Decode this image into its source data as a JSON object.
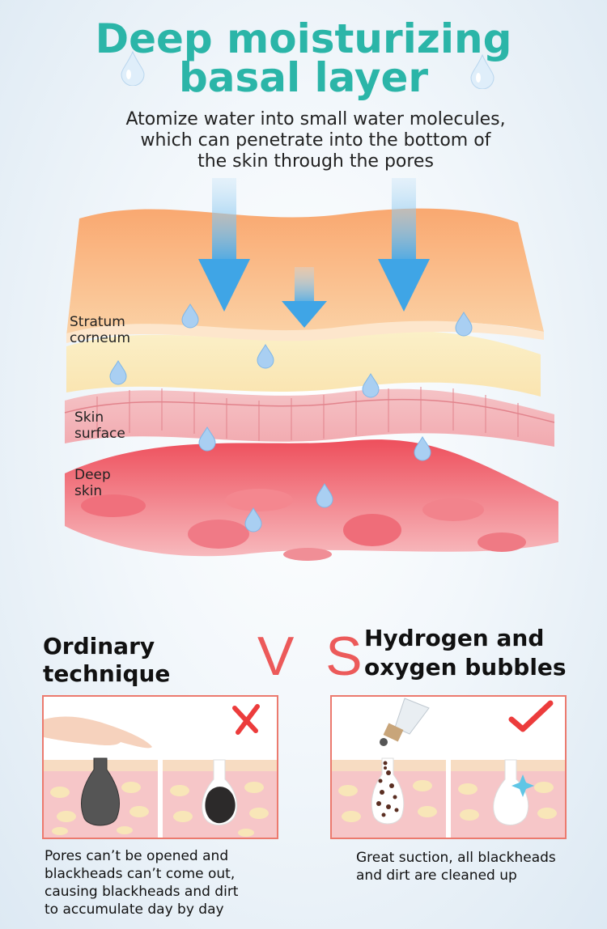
{
  "header": {
    "title_line1": "Deep moisturizing",
    "title_line2": "basal layer",
    "subtitle_line1": "Atomize water into small water molecules,",
    "subtitle_line2": "which can penetrate into the bottom of",
    "subtitle_line3": "the skin through the pores"
  },
  "layers": {
    "stratum_line1": "Stratum",
    "stratum_line2": "corneum",
    "surface_line1": "Skin",
    "surface_line2": "surface",
    "deep_line1": "Deep",
    "deep_line2": "skin"
  },
  "comparison": {
    "left_heading_line1": "Ordinary",
    "left_heading_line2": "technique",
    "vs_text": "V S",
    "right_heading_line1": "Hydrogen and",
    "right_heading_line2": "oxygen bubbles",
    "left_caption_line1": "Pores can’t be opened and",
    "left_caption_line2": "blackheads can’t come out,",
    "left_caption_line3": "causing blackheads and dirt",
    "left_caption_line4": "to accumulate day by day",
    "right_caption_line1": "Great suction, all blackheads",
    "right_caption_line2": "and dirt are cleaned up"
  },
  "colors": {
    "title": "#2bb5a8",
    "vs": "#ec5a5a",
    "panel_border": "#ec7a6e",
    "stratum_corneum": "#f7b780",
    "skin_surface": "#f6b9be",
    "deep_skin": "#ec5f6a"
  },
  "icons": {
    "left_mark": "x-mark-icon",
    "right_mark": "checkmark-icon"
  }
}
